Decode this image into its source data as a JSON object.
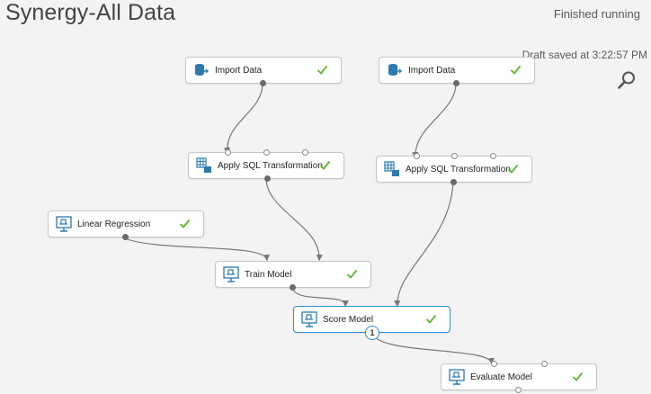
{
  "header": {
    "title": "Synergy-All Data",
    "status": "Finished running",
    "draft_saved": "Draft saved at 3:22:57 PM"
  },
  "icons": {
    "search": "search-icon",
    "data_source": "database-icon",
    "sql": "table-transform-icon",
    "model": "model-icon",
    "success": "check-icon"
  },
  "colors": {
    "success": "#5cb82a",
    "selected": "#2f8fd4",
    "icon": "#2a7ab0"
  },
  "modules": {
    "import_data_1": {
      "label": "Import Data"
    },
    "import_data_2": {
      "label": "Import Data"
    },
    "apply_sql_1": {
      "label": "Apply SQL Transformation"
    },
    "apply_sql_2": {
      "label": "Apply SQL Transformation"
    },
    "linear_regression": {
      "label": "Linear Regression"
    },
    "train_model": {
      "label": "Train Model"
    },
    "score_model": {
      "label": "Score Model",
      "output_badge": "1"
    },
    "evaluate_model": {
      "label": "Evaluate Model"
    }
  }
}
